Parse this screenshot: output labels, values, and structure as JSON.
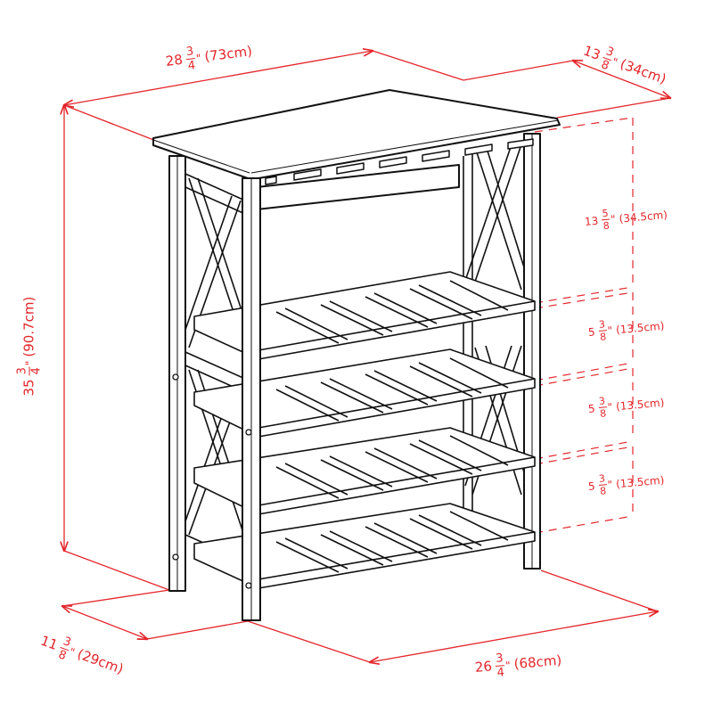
{
  "diagram": {
    "subject": "wine rack with X-frame sides, glass hanger rails and four slatted shelves",
    "line_color": "#111111",
    "dimension_color": "#e3262b",
    "background": "#ffffff"
  },
  "dimensions": {
    "width": {
      "whole": "28",
      "num": "3",
      "den": "4",
      "unit": "\"",
      "metric": "(73cm)"
    },
    "depth_top": {
      "whole": "13",
      "num": "3",
      "den": "8",
      "unit": "\"",
      "metric": "(34cm)"
    },
    "height": {
      "whole": "35",
      "num": "3",
      "den": "4",
      "unit": "\"",
      "metric": "(90.7cm)"
    },
    "top_clearance": {
      "whole": "13",
      "num": "5",
      "den": "8",
      "unit": "\"",
      "metric": "(34.5cm)"
    },
    "shelf_gap_1": {
      "whole": "5",
      "num": "3",
      "den": "8",
      "unit": "\"",
      "metric": "(13.5cm)"
    },
    "shelf_gap_2": {
      "whole": "5",
      "num": "3",
      "den": "8",
      "unit": "\"",
      "metric": "(13.5cm)"
    },
    "shelf_gap_3": {
      "whole": "5",
      "num": "3",
      "den": "8",
      "unit": "\"",
      "metric": "(13.5cm)"
    },
    "base_depth": {
      "whole": "11",
      "num": "3",
      "den": "8",
      "unit": "\"",
      "metric": "(29cm)"
    },
    "base_width": {
      "whole": "26",
      "num": "3",
      "den": "4",
      "unit": "\"",
      "metric": "(68cm)"
    }
  }
}
